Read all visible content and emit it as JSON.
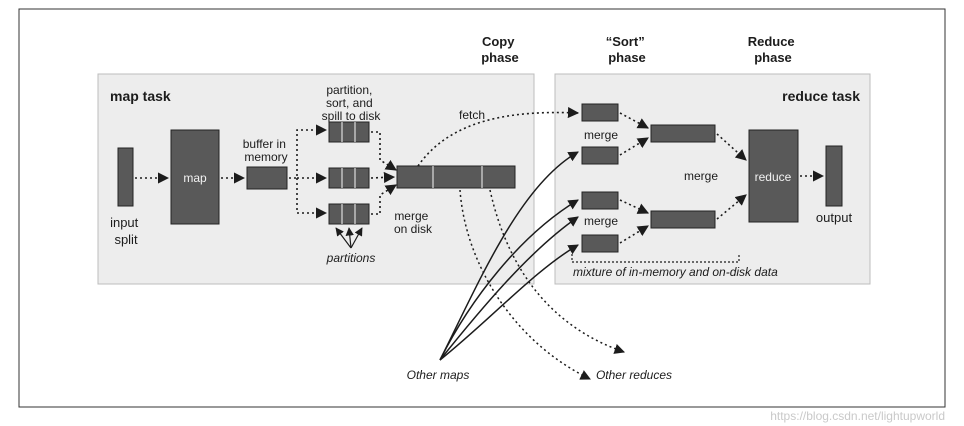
{
  "phases": {
    "copy": [
      "Copy",
      "phase"
    ],
    "sort": [
      "“Sort”",
      "phase"
    ],
    "reduce": [
      "Reduce",
      "phase"
    ]
  },
  "map_task": {
    "title": "map task",
    "input": [
      "input",
      "split"
    ],
    "map": "map",
    "buffer": [
      "buffer in",
      "memory"
    ],
    "spill": [
      "partition,",
      "sort, and",
      "spill to disk"
    ],
    "merge_on_disk": [
      "merge",
      "on disk"
    ],
    "partitions": "partitions"
  },
  "copy": {
    "fetch": "fetch"
  },
  "reduce_task": {
    "title": "reduce task",
    "merge_top": "merge",
    "merge_middle": "merge",
    "merge_bottom": "merge",
    "reduce": "reduce",
    "output": "output",
    "mixture": "mixture of in-memory and on-disk data"
  },
  "others": {
    "maps": "Other maps",
    "reduces": "Other reduces"
  },
  "watermark": "https://blog.csdn.net/lightupworld",
  "colors": {
    "box_fill": "#595959",
    "panel": "#ededed",
    "ink": "#1c1c1c"
  }
}
